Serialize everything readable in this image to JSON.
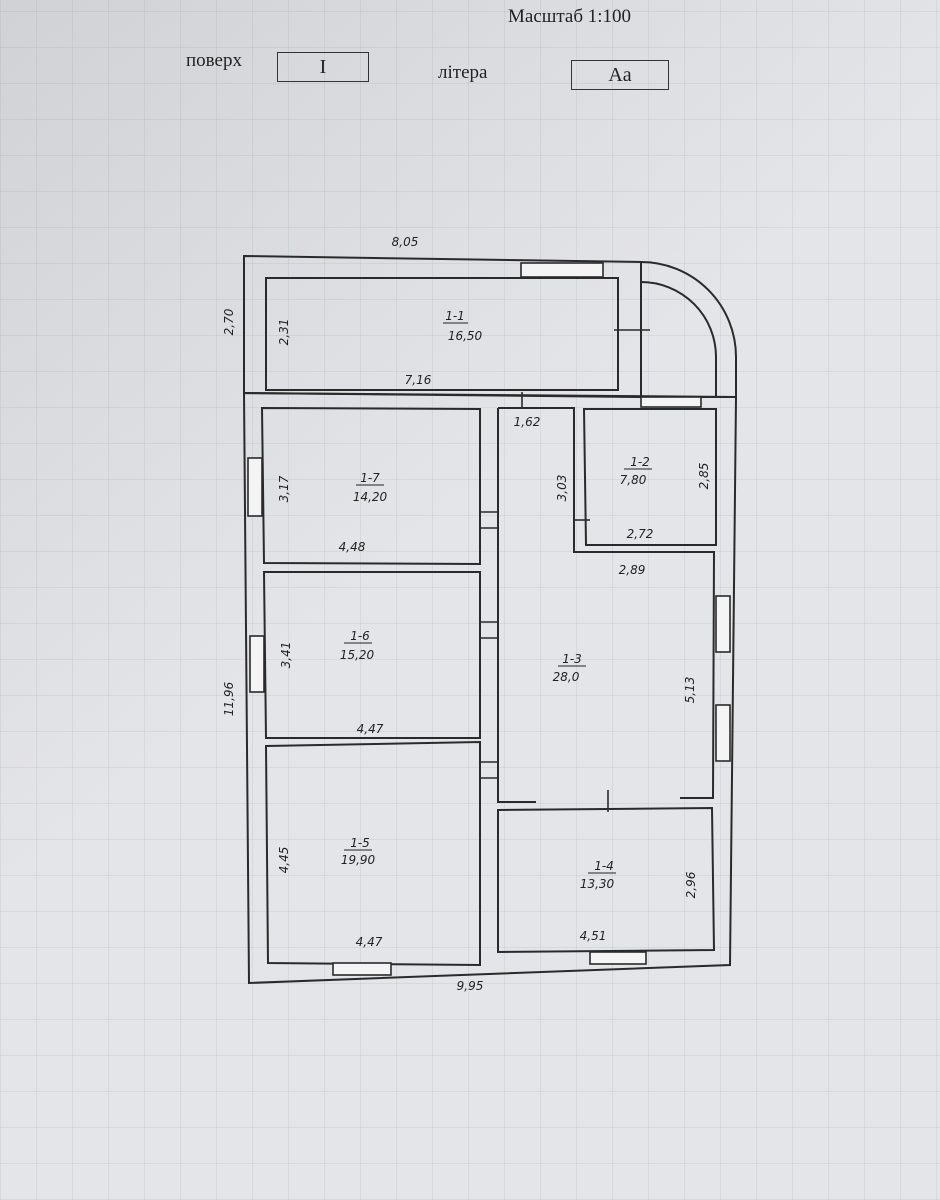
{
  "header": {
    "scale": "Масштаб 1:100",
    "floor_label": "поверх",
    "floor_value": "I",
    "letter_label": "літера",
    "letter_value": "Aa"
  },
  "rooms": [
    {
      "id": "1-1",
      "area": "16,50"
    },
    {
      "id": "1-2",
      "area": "7,80"
    },
    {
      "id": "1-3",
      "area": "28,0"
    },
    {
      "id": "1-4",
      "area": "13,30"
    },
    {
      "id": "1-5",
      "area": "19,90"
    },
    {
      "id": "1-6",
      "area": "15,20"
    },
    {
      "id": "1-7",
      "area": "14,20"
    }
  ],
  "dimensions": {
    "top_total": "8,05",
    "left_top": "2,70",
    "left_total": "11,96",
    "bottom_total": "9,95",
    "r11_height": "2,31",
    "r11_width": "7,16",
    "corridor_width": "1,62",
    "r17_height": "3,17",
    "r17_width": "4,48",
    "r12_left": "3,03",
    "r12_right": "2,85",
    "r12_width": "2,72",
    "r13_width": "2,89",
    "r16_height": "3,41",
    "r16_width": "4,47",
    "r13_height": "5,13",
    "r15_height": "4,45",
    "r15_width": "4,47",
    "r14_height": "2,96",
    "r14_width": "4,51"
  }
}
